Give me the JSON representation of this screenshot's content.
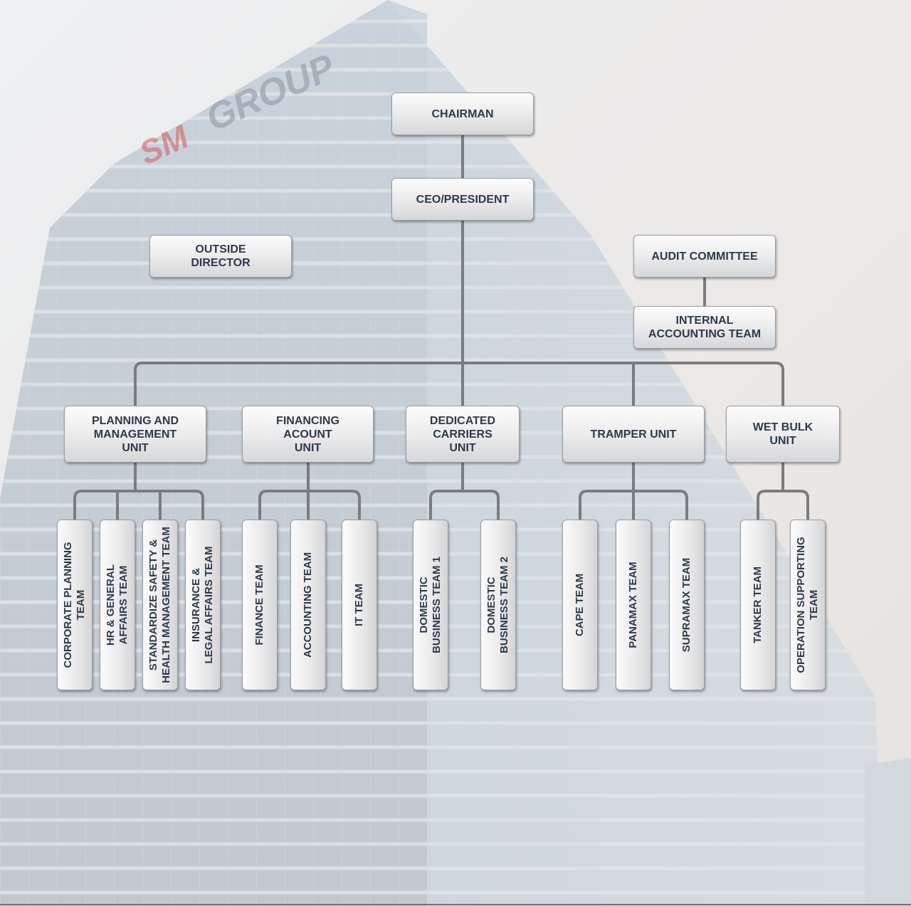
{
  "background": {
    "sky": "#e9e6e4",
    "building": "#c4ccd4",
    "brand_text": "GROUP",
    "brand_mark": "SM",
    "brand_color": "#d35a5a"
  },
  "connector_color": "#7a7d80",
  "top": {
    "chairman": "CHAIRMAN",
    "ceo": "CEO/PRESIDENT",
    "outside_director": "OUTSIDE\nDIRECTOR",
    "audit_committee": "AUDIT COMMITTEE",
    "internal_accounting": "INTERNAL\nACCOUNTING TEAM"
  },
  "units": [
    {
      "name": "PLANNING AND\nMANAGEMENT\nUNIT",
      "teams": [
        "CORPORATE PLANNING\nTEAM",
        "HR & GENERAL\nAFFAIRS TEAM",
        "STANDARDIZE SAFETY &\nHEALTH MANAGEMENT TEAM",
        "INSURANCE &\nLEGAL AFFAIRS TEAM"
      ]
    },
    {
      "name": "FINANCING\nACOUNT\nUNIT",
      "teams": [
        "FINANCE TEAM",
        "ACCOUNTING TEAM",
        "IT TEAM"
      ]
    },
    {
      "name": "DEDICATED\nCARRIERS\nUNIT",
      "teams": [
        "DOMESTIC\nBUSINESS TEAM 1",
        "DOMESTIC\nBUSINESS TEAM 2"
      ]
    },
    {
      "name": "TRAMPER UNIT",
      "teams": [
        "CAPE TEAM",
        "PANAMAX TEAM",
        "SUPRAMAX TEAM"
      ]
    },
    {
      "name": "WET BULK\nUNIT",
      "teams": [
        "TANKER TEAM",
        "OPERATION SUPPORTING\nTEAM"
      ]
    }
  ]
}
